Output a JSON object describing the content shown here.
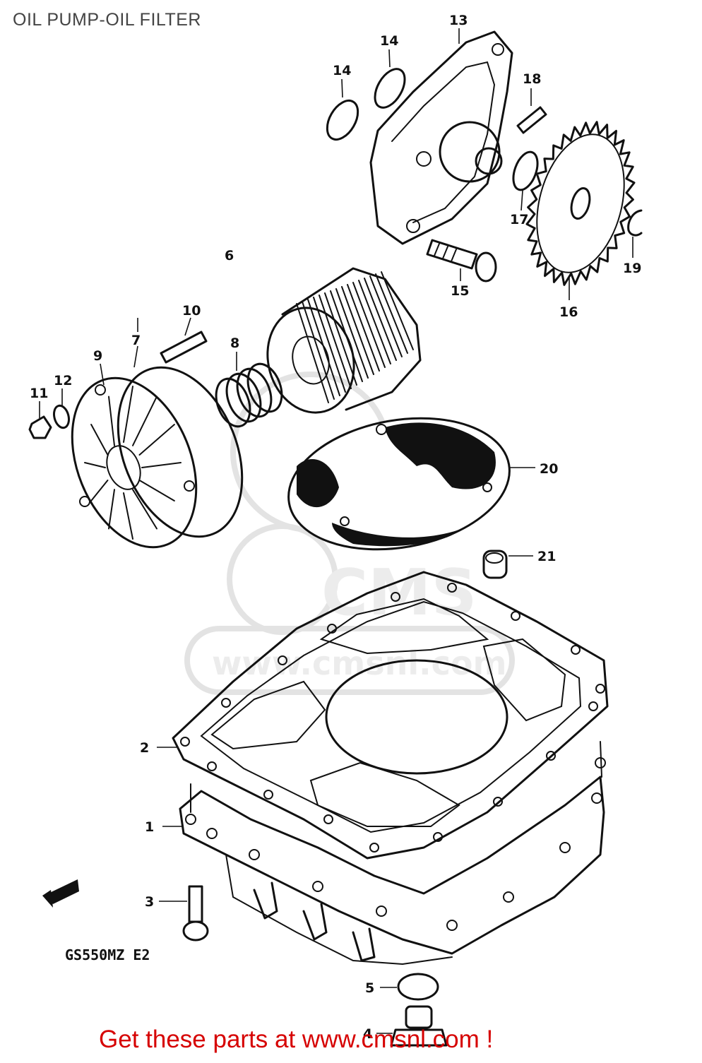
{
  "header": {
    "title": "OIL PUMP-OIL FILTER"
  },
  "diagram": {
    "model_code": "GS550MZ E2",
    "callouts": [
      "1",
      "2",
      "3",
      "4",
      "5",
      "6",
      "7",
      "8",
      "9",
      "10",
      "11",
      "12",
      "13",
      "14",
      "14",
      "15",
      "16",
      "17",
      "18",
      "19",
      "20",
      "21"
    ],
    "watermark": {
      "text": "CMS",
      "url": "www.cmsnl.com"
    }
  },
  "footer": {
    "cta": "Get these parts at www.cmsnl.com !"
  },
  "colors": {
    "ink": "#111111",
    "cta": "#d60000",
    "title": "#444444",
    "watermark": "#e6e6e6"
  },
  "icons": [
    "front-arrow-icon"
  ]
}
